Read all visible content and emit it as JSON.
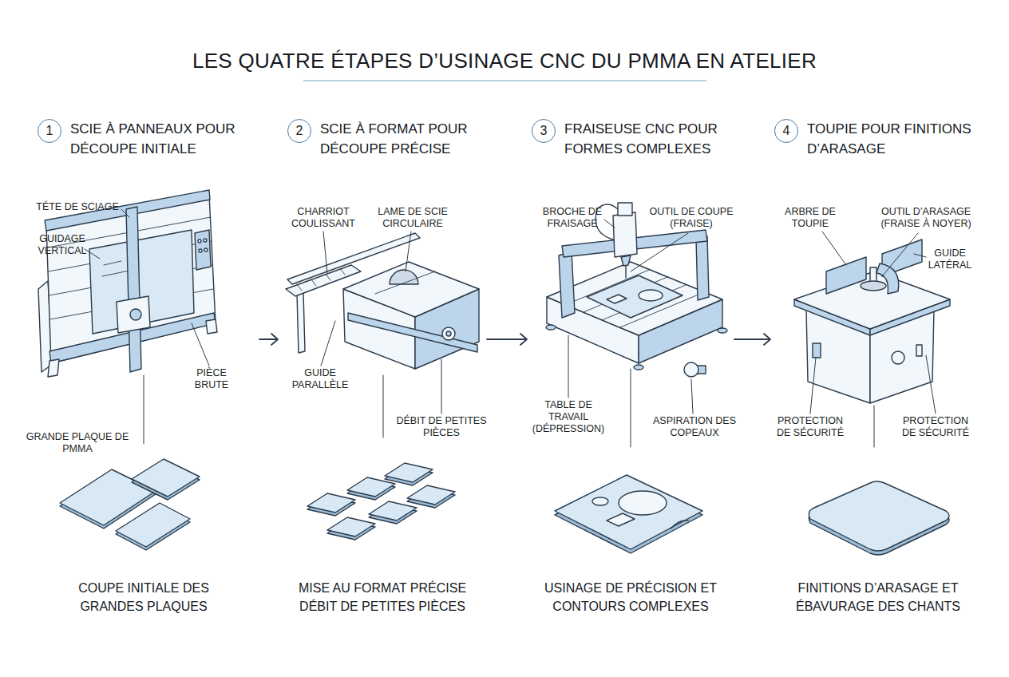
{
  "diagram": {
    "title": "LES QUATRE ÉTAPES D’USINAGE CNC DU PMMA EN ATELIER",
    "nodes": [
      {
        "text": [
          "SCIE À PANNEAUX POUR DÉCOUPE INITIALE",
          "COUPE INITIALE DES GRANDES PLAQUES"
        ]
      },
      {
        "text": [
          "1"
        ],
        "in": 0
      },
      {
        "text": [
          "SCIE À FORMAT POUR DÉCOUPE PRÉCISE",
          "MISE AU FORMAT PRÉCISE DÉBIT DE PETITES PIÈCES"
        ]
      },
      {
        "text": [
          "2"
        ],
        "in": 2
      },
      {
        "text": [
          "FRAISEUSE CNC POUR FORMES COMPLEXES",
          "USINAGE DE PRÉCISION ET CONTOURS COMPLEXES"
        ]
      },
      {
        "text": [
          "3"
        ],
        "in": 4
      },
      {
        "text": [
          "TOUPIE POUR FINITIONS D’ARASAGE",
          "FINITIONS D’ARASAGE ET ÉBAVURAGE DES CHANTS"
        ]
      },
      {
        "text": [
          "4"
        ],
        "in": 6
      }
    ],
    "edges": [
      {
        "from": 0,
        "to": 2,
        "arrow": "to"
      },
      {
        "from": 2,
        "to": 4,
        "arrow": "to"
      },
      {
        "from": 4,
        "to": 6,
        "arrow": "to"
      }
    ],
    "labels": [
      "TÉTE DE SCIAGE",
      "GUIDAGE VERTICAL",
      "PIÈCE BRUTE",
      "GRANDE PLAQUE DE PMMA",
      "CHARRIOT COULISSANT",
      "LAME DE SCIE CIRCULAIRE",
      "GUIDE PARALLÈLE",
      "DÉBIT DE PETITES PIÈCES",
      "BROCHE DE FRAISAGE",
      "OUTIL DE COUPE (FRAISE)",
      "TABLE DE TRAVAIL (DÉPRESSION)",
      "ASPIRATION DES COPEAUX",
      "ARBRE DE TOUPIE",
      "OUTIL D’ARASAGE (FRAISE À NOYER)",
      "GUIDE LATÉRAL",
      "PROTECTION DE SÉCURITÉ",
      "PROTECTION DE SÉCURITÉ"
    ]
  }
}
